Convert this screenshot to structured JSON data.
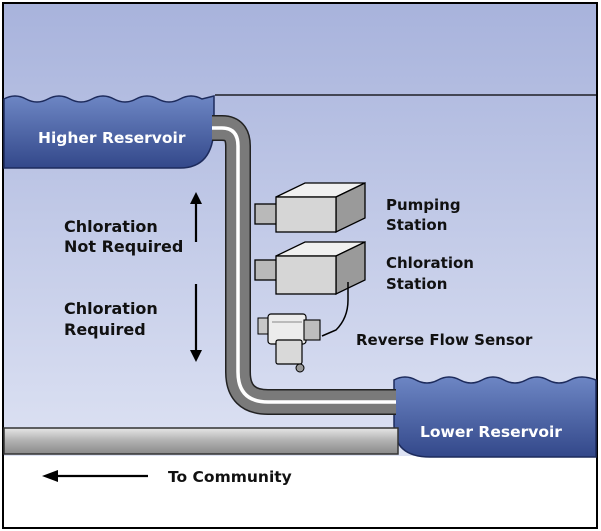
{
  "labels": {
    "higher_reservoir": "Higher Reservoir",
    "lower_reservoir": "Lower Reservoir",
    "chlor_not_req_line1": "Chloration",
    "chlor_not_req_line2": "Not Required",
    "chlor_req_line1": "Chloration",
    "chlor_req_line2": "Required",
    "pumping_line1": "Pumping",
    "pumping_line2": "Station",
    "chloration_station_line1": "Chloration",
    "chloration_station_line2": "Station",
    "reverse_flow_sensor": "Reverse Flow Sensor",
    "to_community": "To Community"
  },
  "colors": {
    "sky_top": "#a8b3dc",
    "sky_bottom": "#dde2f3",
    "water": "#4f6aae",
    "water_dark": "#33488a",
    "pipe": "#6f6f6f",
    "pipe_light": "#c9c9c9",
    "station_face": "#d4d4d4",
    "station_top": "#efefef"
  },
  "icons": [
    "up-arrow-icon",
    "down-arrow-icon",
    "left-arrow-icon",
    "reverse-flow-sensor-icon"
  ]
}
